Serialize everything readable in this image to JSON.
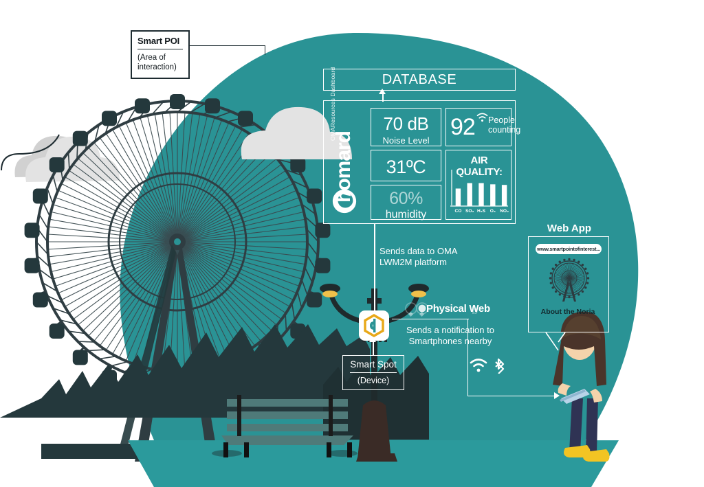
{
  "palette": {
    "teal": "#2a9395",
    "teal_dark": "#24383c",
    "ground": "#2b9a9c",
    "white": "#ffffff",
    "ink": "#1d2b30",
    "denim": "#2f3354",
    "skin": "#f4d3ab",
    "hair": "#4a342a",
    "shirt": "#2a9395",
    "shoe": "#f2c423",
    "lamp_glow": "#f0c04a",
    "cloud": "#e3e3e3"
  },
  "callout": {
    "title": "Smart POI",
    "subtitle": "(Area of\ninteraction)"
  },
  "database": {
    "label": "DATABASE"
  },
  "dashboard": {
    "brand": "homard",
    "brand_subtitle": "OMAResources Dashboard",
    "logo_icon": "homard-moon-logo",
    "tiles": {
      "noise": {
        "value": "70 dB",
        "label": "Noise Level"
      },
      "temperature": {
        "value": "31ºC"
      },
      "humidity": {
        "value": "60%",
        "label": "humidity"
      },
      "people": {
        "value": "92",
        "label": "People\ncounting",
        "icon": "wifi-icon"
      },
      "air": {
        "title": "AIR QUALITY:"
      }
    }
  },
  "chart_data": {
    "type": "bar",
    "title": "AIR QUALITY:",
    "categories": [
      "CO",
      "SO₂",
      "H₂S",
      "O₃",
      "NO₂"
    ],
    "values": [
      58,
      76,
      76,
      72,
      70
    ],
    "ylim": [
      0,
      100
    ],
    "xlabel": "",
    "ylabel": "",
    "grid": false,
    "legend": "none",
    "bar_color": "#ffffff",
    "axis_color": "#ffffff"
  },
  "flows": {
    "sends_data": "Sends data to OMA\nLWM2M platform",
    "sends_notification": "Sends a notification to\nSmartphones nearby"
  },
  "physical_web": {
    "label": "Physical Web",
    "icon": "physical-web-beacon-icon"
  },
  "radios": {
    "wifi": "wifi-icon",
    "bluetooth": "bluetooth-icon"
  },
  "smart_spot": {
    "title": "Smart Spot",
    "subtitle": "(Device)",
    "icon": "smart-spot-cube-icon"
  },
  "web_app": {
    "title": "Web App",
    "url": "www.smartpointofinterest...",
    "image_alt": "ferris-wheel-illustration",
    "caption": "About the Noria"
  },
  "scene": {
    "ferris_wheel": "ferris-wheel",
    "clouds": 2,
    "bench": "park-bench",
    "street_lamp": "double-street-lamp",
    "person": "woman-with-smartphone",
    "tablet": "smartphone-icon"
  }
}
